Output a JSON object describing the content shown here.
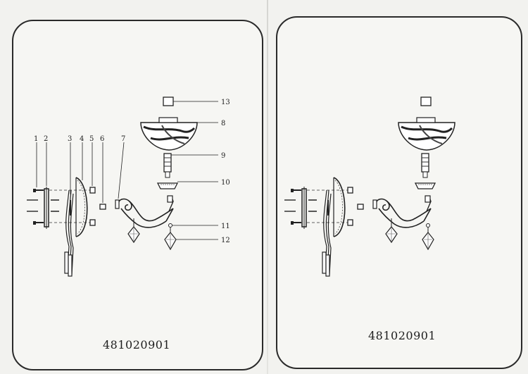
{
  "left_panel": {
    "model_number": "481020901",
    "part_labels": [
      "1",
      "2",
      "3",
      "4",
      "5",
      "6",
      "7",
      "8",
      "9",
      "10",
      "11",
      "12",
      "13"
    ]
  },
  "right_panel": {
    "model_number": "481020901"
  }
}
